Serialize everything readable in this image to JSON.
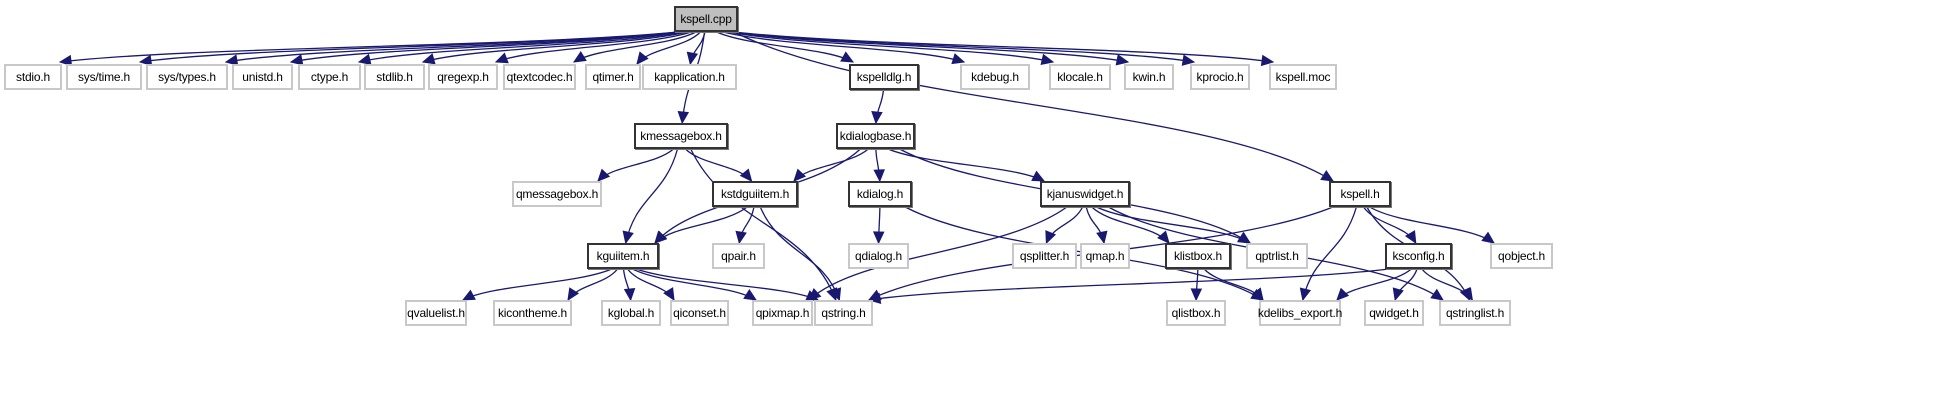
{
  "diagram": {
    "title": "kspell.cpp include dependency graph",
    "colors": {
      "edge": "#191970",
      "root_fill": "#bfbfbf",
      "documented_border": "#333333",
      "undocumented_border": "#c8c8c8"
    },
    "nodes": [
      {
        "id": "kspell_cpp",
        "label": "kspell.cpp",
        "kind": "root"
      },
      {
        "id": "stdio_h",
        "label": "stdio.h",
        "kind": "undocumented"
      },
      {
        "id": "sys_time_h",
        "label": "sys/time.h",
        "kind": "undocumented"
      },
      {
        "id": "sys_types_h",
        "label": "sys/types.h",
        "kind": "undocumented"
      },
      {
        "id": "unistd_h",
        "label": "unistd.h",
        "kind": "undocumented"
      },
      {
        "id": "ctype_h",
        "label": "ctype.h",
        "kind": "undocumented"
      },
      {
        "id": "stdlib_h",
        "label": "stdlib.h",
        "kind": "undocumented"
      },
      {
        "id": "qregexp_h",
        "label": "qregexp.h",
        "kind": "undocumented"
      },
      {
        "id": "qtextcodec_h",
        "label": "qtextcodec.h",
        "kind": "undocumented"
      },
      {
        "id": "qtimer_h",
        "label": "qtimer.h",
        "kind": "undocumented"
      },
      {
        "id": "kapplication_h",
        "label": "kapplication.h",
        "kind": "undocumented"
      },
      {
        "id": "kspelldlg_h",
        "label": "kspelldlg.h",
        "kind": "documented"
      },
      {
        "id": "kdebug_h",
        "label": "kdebug.h",
        "kind": "undocumented"
      },
      {
        "id": "klocale_h",
        "label": "klocale.h",
        "kind": "undocumented"
      },
      {
        "id": "kwin_h",
        "label": "kwin.h",
        "kind": "undocumented"
      },
      {
        "id": "kprocio_h",
        "label": "kprocio.h",
        "kind": "undocumented"
      },
      {
        "id": "kspell_moc",
        "label": "kspell.moc",
        "kind": "undocumented"
      },
      {
        "id": "kmessagebox_h",
        "label": "kmessagebox.h",
        "kind": "documented"
      },
      {
        "id": "kdialogbase_h",
        "label": "kdialogbase.h",
        "kind": "documented"
      },
      {
        "id": "qmessagebox_h",
        "label": "qmessagebox.h",
        "kind": "undocumented"
      },
      {
        "id": "kstdguiitem_h",
        "label": "kstdguiitem.h",
        "kind": "documented"
      },
      {
        "id": "kdialog_h",
        "label": "kdialog.h",
        "kind": "documented"
      },
      {
        "id": "kjanuswidget_h",
        "label": "kjanuswidget.h",
        "kind": "documented"
      },
      {
        "id": "kspell_h",
        "label": "kspell.h",
        "kind": "documented"
      },
      {
        "id": "kguiitem_h",
        "label": "kguiitem.h",
        "kind": "documented"
      },
      {
        "id": "qpair_h",
        "label": "qpair.h",
        "kind": "undocumented"
      },
      {
        "id": "qdialog_h",
        "label": "qdialog.h",
        "kind": "undocumented"
      },
      {
        "id": "qsplitter_h",
        "label": "qsplitter.h",
        "kind": "undocumented"
      },
      {
        "id": "qmap_h",
        "label": "qmap.h",
        "kind": "undocumented"
      },
      {
        "id": "klistbox_h",
        "label": "klistbox.h",
        "kind": "documented"
      },
      {
        "id": "qptrlist_h",
        "label": "qptrlist.h",
        "kind": "undocumented"
      },
      {
        "id": "ksconfig_h",
        "label": "ksconfig.h",
        "kind": "documented"
      },
      {
        "id": "qobject_h",
        "label": "qobject.h",
        "kind": "undocumented"
      },
      {
        "id": "qvaluelist_h",
        "label": "qvaluelist.h",
        "kind": "undocumented"
      },
      {
        "id": "kicontheme_h",
        "label": "kicontheme.h",
        "kind": "undocumented"
      },
      {
        "id": "kglobal_h",
        "label": "kglobal.h",
        "kind": "undocumented"
      },
      {
        "id": "qiconset_h",
        "label": "qiconset.h",
        "kind": "undocumented"
      },
      {
        "id": "qpixmap_h",
        "label": "qpixmap.h",
        "kind": "undocumented"
      },
      {
        "id": "qstring_h",
        "label": "qstring.h",
        "kind": "undocumented"
      },
      {
        "id": "qlistbox_h",
        "label": "qlistbox.h",
        "kind": "undocumented"
      },
      {
        "id": "kdelibs_export_h",
        "label": "kdelibs_export.h",
        "kind": "undocumented"
      },
      {
        "id": "qwidget_h",
        "label": "qwidget.h",
        "kind": "undocumented"
      },
      {
        "id": "qstringlist_h",
        "label": "qstringlist.h",
        "kind": "undocumented"
      }
    ],
    "edges": [
      [
        "kspell_cpp",
        "stdio_h"
      ],
      [
        "kspell_cpp",
        "sys_time_h"
      ],
      [
        "kspell_cpp",
        "sys_types_h"
      ],
      [
        "kspell_cpp",
        "unistd_h"
      ],
      [
        "kspell_cpp",
        "ctype_h"
      ],
      [
        "kspell_cpp",
        "stdlib_h"
      ],
      [
        "kspell_cpp",
        "qregexp_h"
      ],
      [
        "kspell_cpp",
        "qtextcodec_h"
      ],
      [
        "kspell_cpp",
        "qtimer_h"
      ],
      [
        "kspell_cpp",
        "kapplication_h"
      ],
      [
        "kspell_cpp",
        "kmessagebox_h"
      ],
      [
        "kspell_cpp",
        "kspelldlg_h"
      ],
      [
        "kspell_cpp",
        "kspell_h"
      ],
      [
        "kspell_cpp",
        "kdebug_h"
      ],
      [
        "kspell_cpp",
        "klocale_h"
      ],
      [
        "kspell_cpp",
        "kwin_h"
      ],
      [
        "kspell_cpp",
        "kprocio_h"
      ],
      [
        "kspell_cpp",
        "kspell_moc"
      ],
      [
        "kspelldlg_h",
        "kdialogbase_h"
      ],
      [
        "kmessagebox_h",
        "qmessagebox_h"
      ],
      [
        "kmessagebox_h",
        "kstdguiitem_h"
      ],
      [
        "kmessagebox_h",
        "kguiitem_h"
      ],
      [
        "kmessagebox_h",
        "qstring_h"
      ],
      [
        "kdialogbase_h",
        "kguiitem_h"
      ],
      [
        "kdialogbase_h",
        "kstdguiitem_h"
      ],
      [
        "kdialogbase_h",
        "kdialog_h"
      ],
      [
        "kdialogbase_h",
        "kjanuswidget_h"
      ],
      [
        "kdialogbase_h",
        "qptrlist_h"
      ],
      [
        "kstdguiitem_h",
        "kguiitem_h"
      ],
      [
        "kstdguiitem_h",
        "qpair_h"
      ],
      [
        "kstdguiitem_h",
        "qstring_h"
      ],
      [
        "kdialog_h",
        "qdialog_h"
      ],
      [
        "kdialog_h",
        "kdelibs_export_h"
      ],
      [
        "kjanuswidget_h",
        "qpixmap_h"
      ],
      [
        "kjanuswidget_h",
        "qsplitter_h"
      ],
      [
        "kjanuswidget_h",
        "qmap_h"
      ],
      [
        "kjanuswidget_h",
        "klistbox_h"
      ],
      [
        "kjanuswidget_h",
        "qptrlist_h"
      ],
      [
        "kjanuswidget_h",
        "qstringlist_h"
      ],
      [
        "kspell_h",
        "qstring_h"
      ],
      [
        "kspell_h",
        "kdelibs_export_h"
      ],
      [
        "kspell_h",
        "ksconfig_h"
      ],
      [
        "kspell_h",
        "qobject_h"
      ],
      [
        "kspell_h",
        "qstringlist_h"
      ],
      [
        "kguiitem_h",
        "qvaluelist_h"
      ],
      [
        "kguiitem_h",
        "kicontheme_h"
      ],
      [
        "kguiitem_h",
        "kglobal_h"
      ],
      [
        "kguiitem_h",
        "qiconset_h"
      ],
      [
        "kguiitem_h",
        "qpixmap_h"
      ],
      [
        "kguiitem_h",
        "qstring_h"
      ],
      [
        "klistbox_h",
        "qlistbox_h"
      ],
      [
        "klistbox_h",
        "kdelibs_export_h"
      ],
      [
        "ksconfig_h",
        "qstring_h"
      ],
      [
        "ksconfig_h",
        "kdelibs_export_h"
      ],
      [
        "ksconfig_h",
        "qwidget_h"
      ],
      [
        "ksconfig_h",
        "qstringlist_h"
      ]
    ]
  }
}
